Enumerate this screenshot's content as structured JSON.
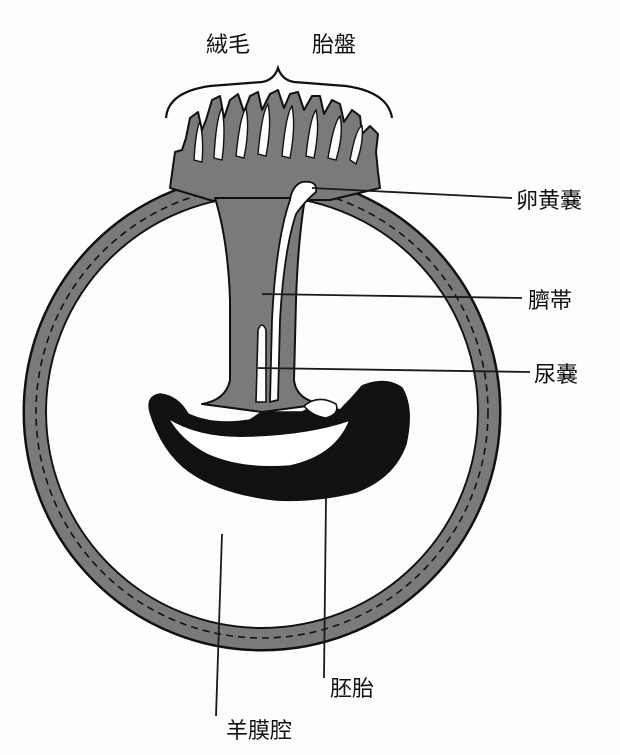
{
  "labels": {
    "villi": "絨毛",
    "placenta": "胎盤",
    "yolk_sac": "卵黄嚢",
    "umbilical_cord": "臍帯",
    "allantois": "尿嚢",
    "embryo": "胚胎",
    "amniotic_cavity": "羊膜腔"
  },
  "colors": {
    "membrane": "#7a7a7a",
    "embryo": "#111111",
    "cavity": "#ffffff",
    "line": "#1a1a1a"
  }
}
